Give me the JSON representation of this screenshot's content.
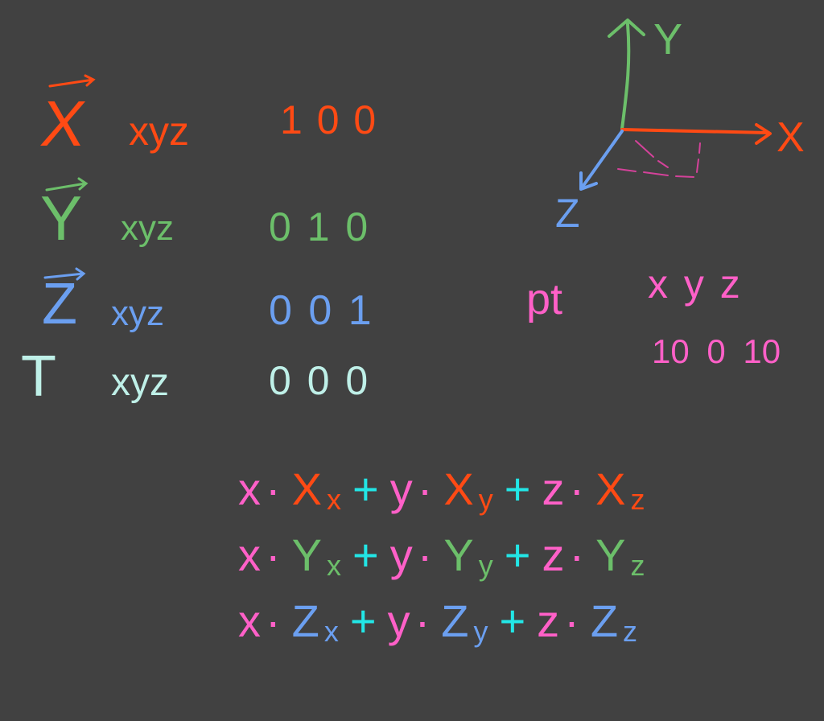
{
  "colors": {
    "background": "#414141",
    "x": "#ff4a14",
    "y": "#6cbf6a",
    "z": "#6b9ff0",
    "t": "#bff0e8",
    "pink": "#ff60c8",
    "cyan": "#22e6e6"
  },
  "vectors": [
    {
      "name": "X",
      "coords": "xyz",
      "value": "1 0 0"
    },
    {
      "name": "Y",
      "coords": "xyz",
      "value": "0 1 0"
    },
    {
      "name": "Z",
      "coords": "xyz",
      "value": "0 0 1"
    },
    {
      "name": "T",
      "coords": "xyz",
      "value": "0 0 0"
    }
  ],
  "axes": {
    "y": "Y",
    "x": "X",
    "z": "Z"
  },
  "point": {
    "label": "pt",
    "coords": "x y z",
    "values": "10 0 10"
  },
  "equations": [
    [
      {
        "t": "x",
        "c": "pink"
      },
      {
        "t": "·",
        "c": "pink"
      },
      {
        "t": "X",
        "c": "x"
      },
      {
        "t": "x",
        "c": "x",
        "s": 1
      },
      {
        "t": "+",
        "c": "cyan"
      },
      {
        "t": "y",
        "c": "pink"
      },
      {
        "t": "·",
        "c": "pink"
      },
      {
        "t": "X",
        "c": "x"
      },
      {
        "t": "y",
        "c": "x",
        "s": 1
      },
      {
        "t": "+",
        "c": "cyan"
      },
      {
        "t": "z",
        "c": "pink"
      },
      {
        "t": "·",
        "c": "pink"
      },
      {
        "t": "X",
        "c": "x"
      },
      {
        "t": "z",
        "c": "x",
        "s": 1
      }
    ],
    [
      {
        "t": "x",
        "c": "pink"
      },
      {
        "t": "·",
        "c": "pink"
      },
      {
        "t": "Y",
        "c": "y"
      },
      {
        "t": "x",
        "c": "y",
        "s": 1
      },
      {
        "t": "+",
        "c": "cyan"
      },
      {
        "t": "y",
        "c": "pink"
      },
      {
        "t": "·",
        "c": "pink"
      },
      {
        "t": "Y",
        "c": "y"
      },
      {
        "t": "y",
        "c": "y",
        "s": 1
      },
      {
        "t": "+",
        "c": "cyan"
      },
      {
        "t": "z",
        "c": "pink"
      },
      {
        "t": "·",
        "c": "pink"
      },
      {
        "t": "Y",
        "c": "y"
      },
      {
        "t": "z",
        "c": "y",
        "s": 1
      }
    ],
    [
      {
        "t": "x",
        "c": "pink"
      },
      {
        "t": "·",
        "c": "pink"
      },
      {
        "t": "Z",
        "c": "z"
      },
      {
        "t": "x",
        "c": "z",
        "s": 1
      },
      {
        "t": "+",
        "c": "cyan"
      },
      {
        "t": "y",
        "c": "pink"
      },
      {
        "t": "·",
        "c": "pink"
      },
      {
        "t": "Z",
        "c": "z"
      },
      {
        "t": "y",
        "c": "z",
        "s": 1
      },
      {
        "t": "+",
        "c": "cyan"
      },
      {
        "t": "z",
        "c": "pink"
      },
      {
        "t": "·",
        "c": "pink"
      },
      {
        "t": "Z",
        "c": "z"
      },
      {
        "t": "z",
        "c": "z",
        "s": 1
      }
    ]
  ]
}
